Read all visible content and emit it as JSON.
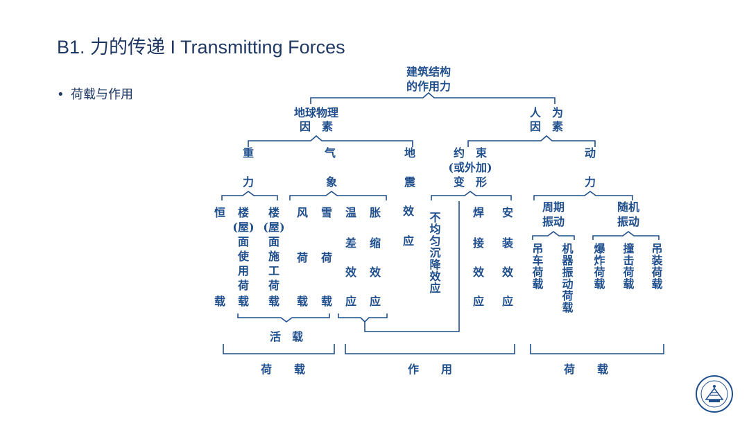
{
  "slide": {
    "title": "B1. 力的传递 I Transmitting Forces",
    "bullet": "荷载与作用"
  },
  "diagram": {
    "root": [
      "建筑结构",
      "的作用力"
    ],
    "geo": [
      "地球物理",
      "因　素"
    ],
    "human": [
      "人　为",
      "因　素"
    ],
    "gravity": [
      "重",
      "力"
    ],
    "weather": [
      "气",
      "象"
    ],
    "quake": [
      "地",
      "震"
    ],
    "constraint": [
      "约　束",
      "(或外加)",
      "变　形"
    ],
    "dynamic": [
      "动",
      "力"
    ],
    "periodic": [
      "周期",
      "振动"
    ],
    "random": [
      "随机",
      "振动"
    ],
    "leaves": {
      "dead_load": [
        "恒",
        "载"
      ],
      "floor_use": [
        "楼",
        "(屋)",
        "面",
        "使",
        "用",
        "荷",
        "载"
      ],
      "floor_construct": [
        "楼",
        "(屋)",
        "面",
        "施",
        "工",
        "荷",
        "载"
      ],
      "wind": [
        "风",
        "荷",
        "载"
      ],
      "snow": [
        "雪",
        "荷",
        "载"
      ],
      "temp": [
        "温",
        "差",
        "效",
        "应"
      ],
      "shrink": [
        "胀",
        "缩",
        "效",
        "应"
      ],
      "quake_effect": [
        "效",
        "应"
      ],
      "settlement": [
        "不均匀沉降效应"
      ],
      "welding": [
        "焊",
        "接",
        "效",
        "应"
      ],
      "install": [
        "安",
        "装",
        "效",
        "应"
      ],
      "crane": [
        "吊车荷载"
      ],
      "machine": [
        "机器振动荷载"
      ],
      "blast": [
        "爆炸荷载"
      ],
      "impact": [
        "撞击荷载"
      ],
      "lifting": [
        "吊装荷载"
      ]
    },
    "live_load": "活　载",
    "bottom": {
      "load_left": "荷　　载",
      "action": "作　　用",
      "load_right": "荷　　载"
    }
  },
  "logo": {
    "icon": "university-seal-icon"
  }
}
